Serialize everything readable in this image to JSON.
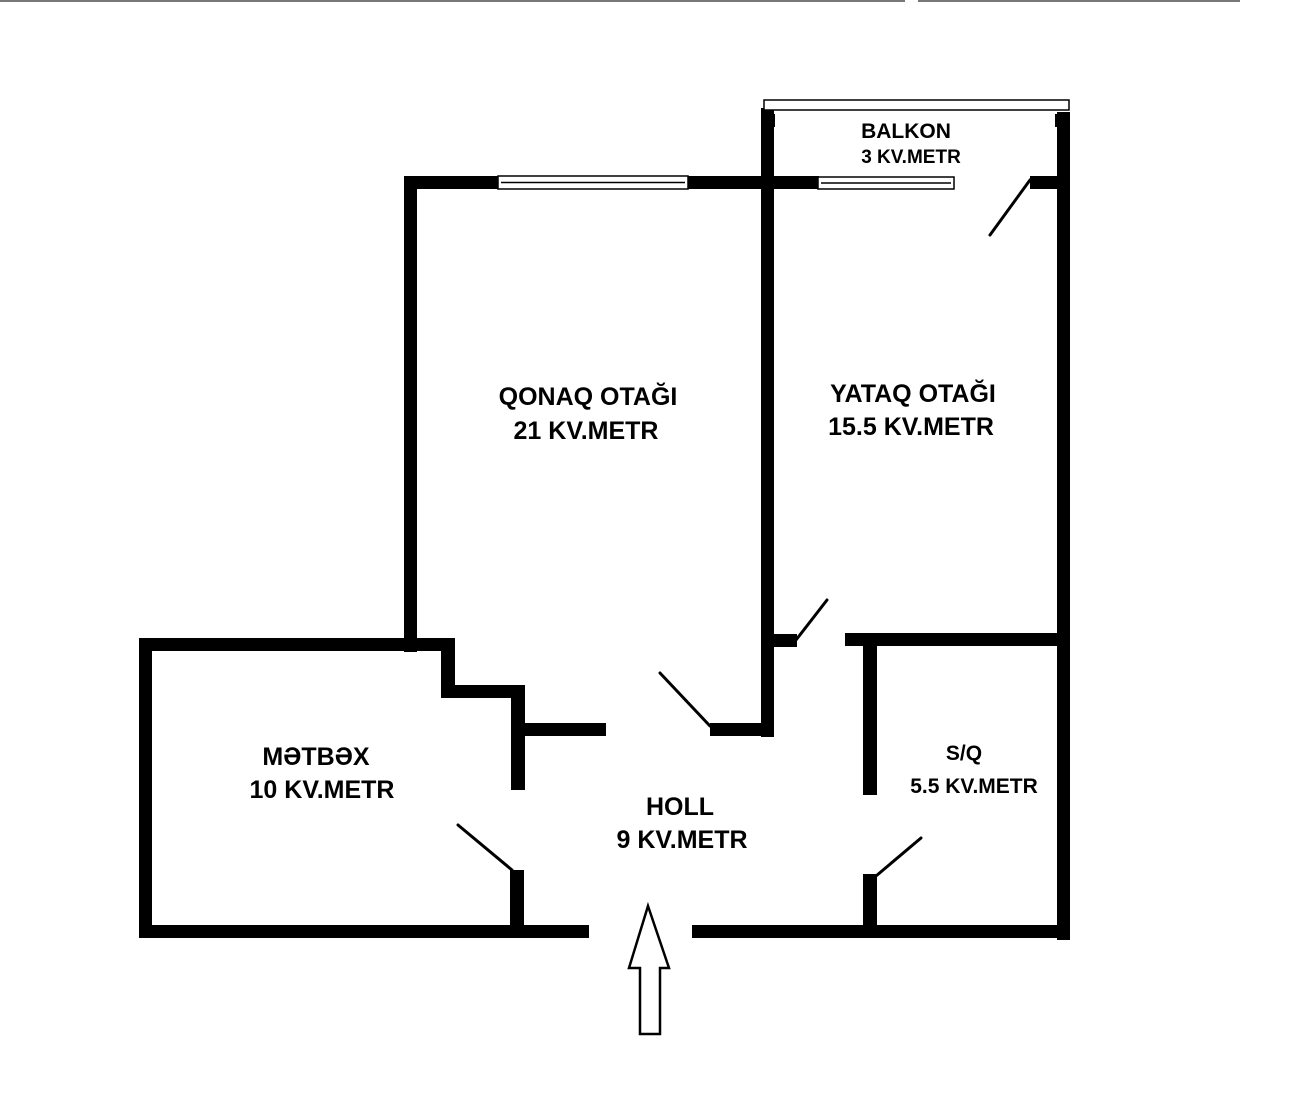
{
  "colors": {
    "wall": "#000000",
    "background": "#ffffff",
    "window_frame": "#000000"
  },
  "rooms": {
    "balcony": {
      "name": "BALKON",
      "area": "3 KV.METR"
    },
    "living_room": {
      "name": "QONAQ OTAĞI",
      "area": "21 KV.METR"
    },
    "bedroom": {
      "name": "YATAQ OTAĞI",
      "area": "15.5 KV.METR"
    },
    "kitchen": {
      "name": "MƏTBƏX",
      "area": "10 KV.METR"
    },
    "hall": {
      "name": "HOLL",
      "area": "9 KV.METR"
    },
    "bathroom": {
      "name": "S/Q",
      "area": "5.5 KV.METR"
    }
  },
  "entrance": {
    "icon": "entrance-arrow-icon"
  }
}
